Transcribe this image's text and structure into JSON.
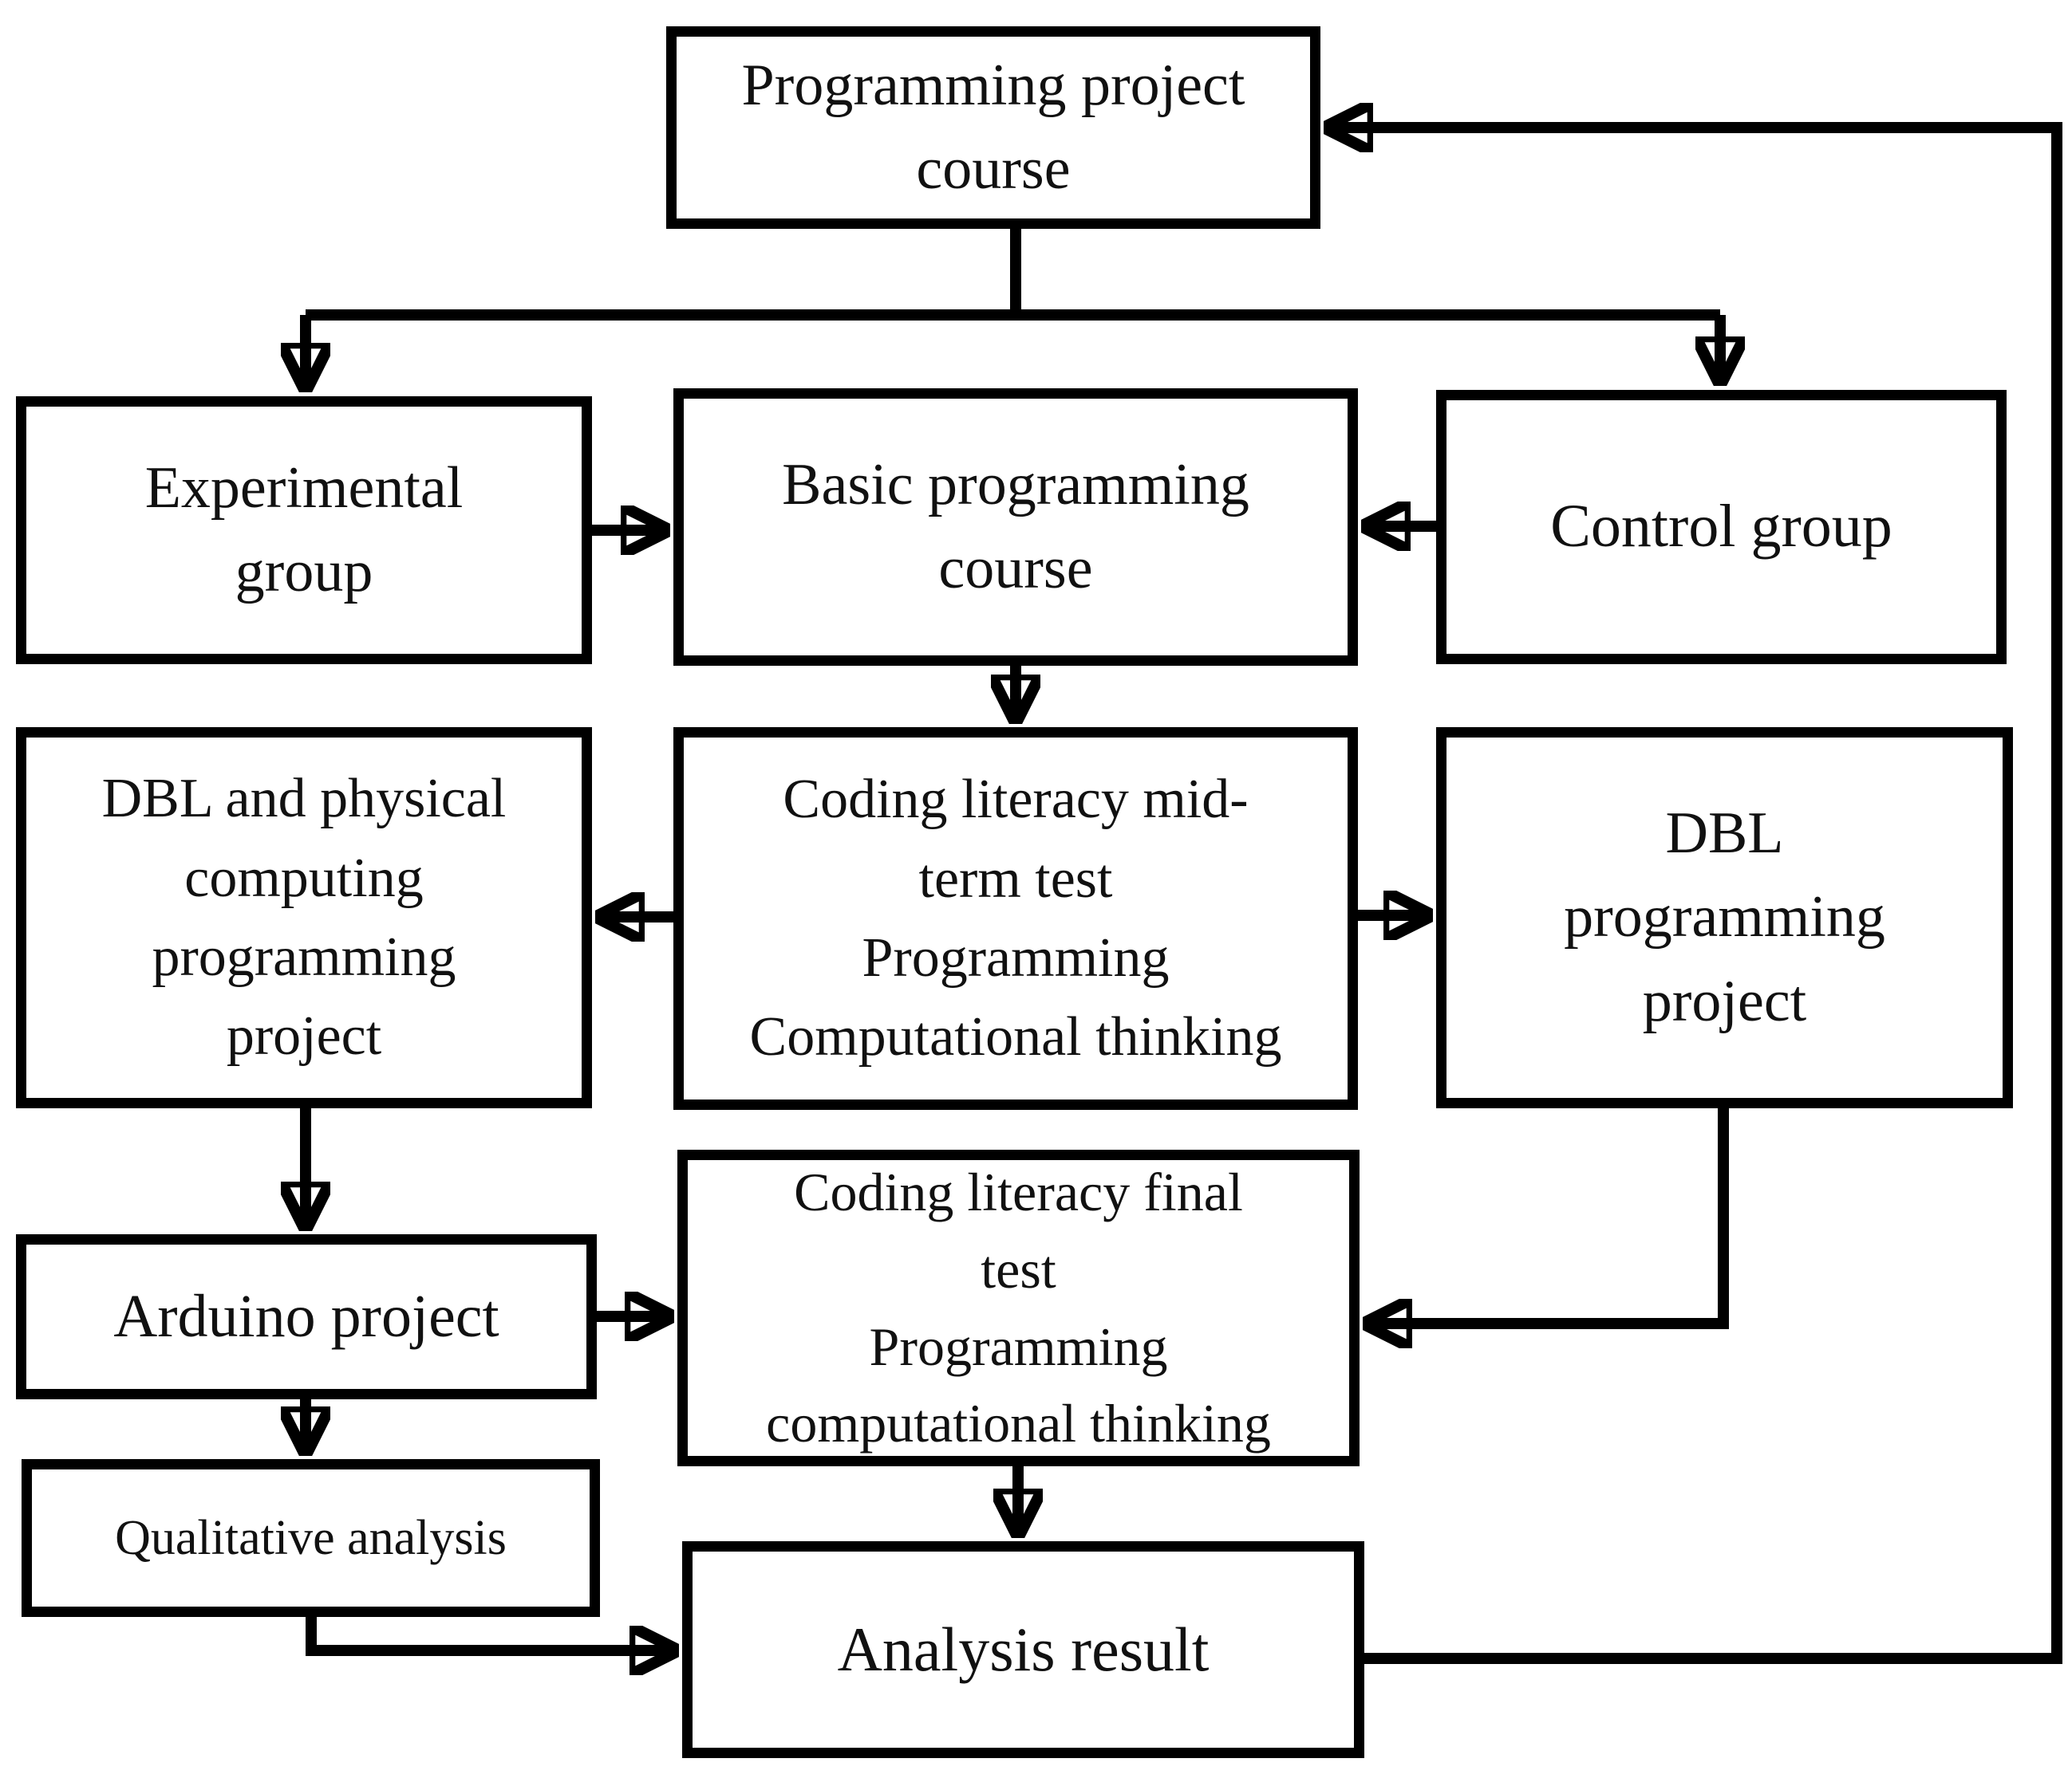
{
  "diagram": {
    "type": "flowchart",
    "colors": {
      "background": "#ffffff",
      "box_fill": "#ffffff",
      "box_border": "#000000",
      "line": "#000000",
      "text": "#111111"
    },
    "boxes": {
      "programming_project_course": {
        "label": "Programming project\ncourse"
      },
      "experimental_group": {
        "label": "Experimental\ngroup"
      },
      "basic_programming_course": {
        "label": "Basic programming\ncourse"
      },
      "control_group": {
        "label": "Control group"
      },
      "dbl_physical_computing": {
        "label": "DBL and physical\ncomputing\nprogramming\nproject"
      },
      "coding_literacy_midterm": {
        "label": "Coding literacy mid-\nterm test\nProgramming\nComputational thinking"
      },
      "dbl_programming_project": {
        "label": "DBL\nprogramming\nproject"
      },
      "arduino_project": {
        "label": "Arduino project"
      },
      "coding_literacy_final": {
        "label": "Coding literacy final\ntest\nProgramming\ncomputational thinking"
      },
      "qualitative_analysis": {
        "label": "Qualitative analysis"
      },
      "analysis_result": {
        "label": "Analysis result"
      }
    },
    "connections": [
      {
        "from": "programming_project_course",
        "to": "experimental_group"
      },
      {
        "from": "programming_project_course",
        "to": "control_group"
      },
      {
        "from": "experimental_group",
        "to": "basic_programming_course"
      },
      {
        "from": "control_group",
        "to": "basic_programming_course"
      },
      {
        "from": "basic_programming_course",
        "to": "coding_literacy_midterm"
      },
      {
        "from": "coding_literacy_midterm",
        "to": "dbl_physical_computing"
      },
      {
        "from": "coding_literacy_midterm",
        "to": "dbl_programming_project"
      },
      {
        "from": "dbl_physical_computing",
        "to": "arduino_project"
      },
      {
        "from": "arduino_project",
        "to": "coding_literacy_final"
      },
      {
        "from": "dbl_programming_project",
        "to": "coding_literacy_final"
      },
      {
        "from": "arduino_project",
        "to": "qualitative_analysis"
      },
      {
        "from": "coding_literacy_final",
        "to": "analysis_result"
      },
      {
        "from": "qualitative_analysis",
        "to": "analysis_result"
      },
      {
        "from": "analysis_result",
        "to": "programming_project_course"
      }
    ]
  }
}
